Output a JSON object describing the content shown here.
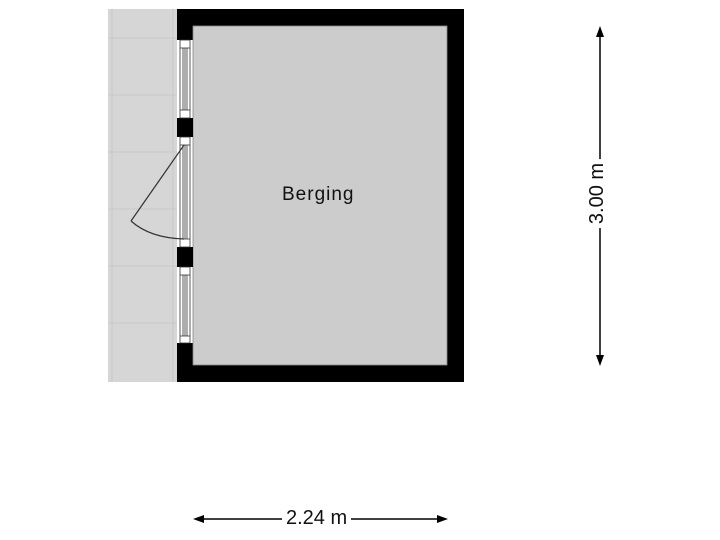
{
  "floorplan": {
    "room": {
      "name": "Berging"
    },
    "dimensions": {
      "width": "2.24 m",
      "height": "3.00 m"
    },
    "colors": {
      "wall": "#000000",
      "floor": "#cccccc",
      "terrace": "#d6d6d6",
      "background": "#ffffff"
    }
  }
}
